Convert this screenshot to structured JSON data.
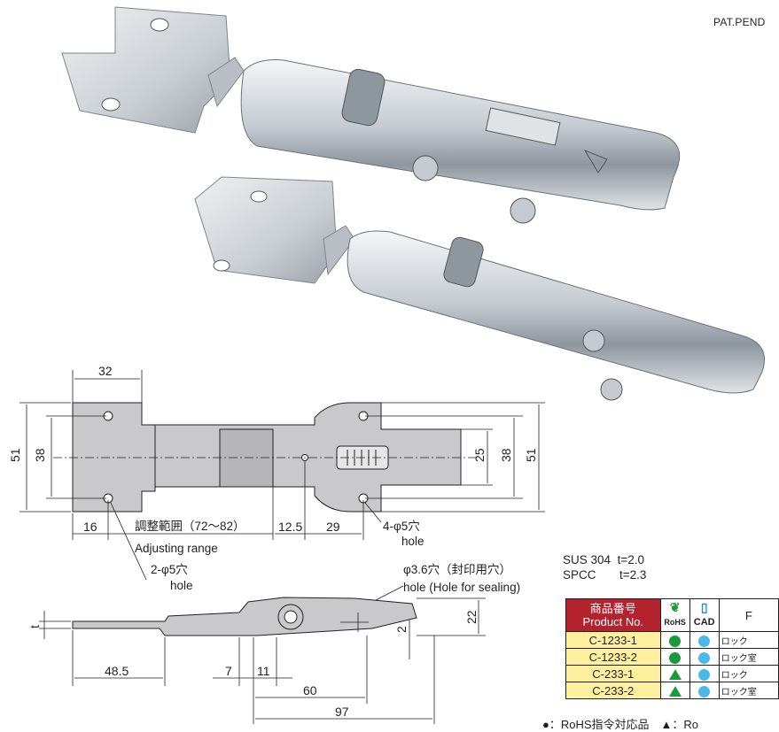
{
  "patent": "PAT.PEND",
  "dims": {
    "top_width": "32",
    "height_left": "51",
    "hole_pitch_left": "38",
    "width_25": "25",
    "hole_pitch_right": "38",
    "height_right": "51",
    "dim_16": "16",
    "adjust_jp": "調整範囲（72〜82）",
    "dim_12_5": "12.5",
    "dim_29": "29",
    "holes_4": "4-φ5穴",
    "holes_4_en": "hole",
    "adjust_en": "Adjusting range",
    "holes_2": "2-φ5穴",
    "holes_2_en": "hole",
    "seal_jp": "φ3.6穴（封印用穴）",
    "seal_en": "hole (Hole for sealing)",
    "t": "t",
    "dim_2": "2",
    "dim_22": "22",
    "dim_48_5": "48.5",
    "dim_7": "7",
    "dim_11": "11",
    "dim_60": "60",
    "dim_97": "97"
  },
  "materials": [
    {
      "name": "SUS 304",
      "thickness": "t=2.0"
    },
    {
      "name": "SPCC",
      "thickness": "t=2.3"
    }
  ],
  "table": {
    "header_pn_jp": "商品番号",
    "header_pn_en": "Product No.",
    "header_rohs": "RoHS",
    "header_cad": "CAD",
    "header_last": "F",
    "rows": [
      {
        "pn": "C-1233-1",
        "rohs": "circle",
        "note": "ロック"
      },
      {
        "pn": "C-1233-2",
        "rohs": "circle",
        "note": "ロック室"
      },
      {
        "pn": "C-233-1",
        "rohs": "triangle",
        "note": "ロック"
      },
      {
        "pn": "C-233-2",
        "rohs": "triangle",
        "note": "ロック室"
      }
    ]
  },
  "legend": "●：RoHS指令対応品　▲：Ro",
  "colors": {
    "header_bg": "#b4232d",
    "pn_bg": "#fff0a0",
    "rohs_green": "#1a9a3a",
    "cad_blue": "#4ab8e8"
  }
}
